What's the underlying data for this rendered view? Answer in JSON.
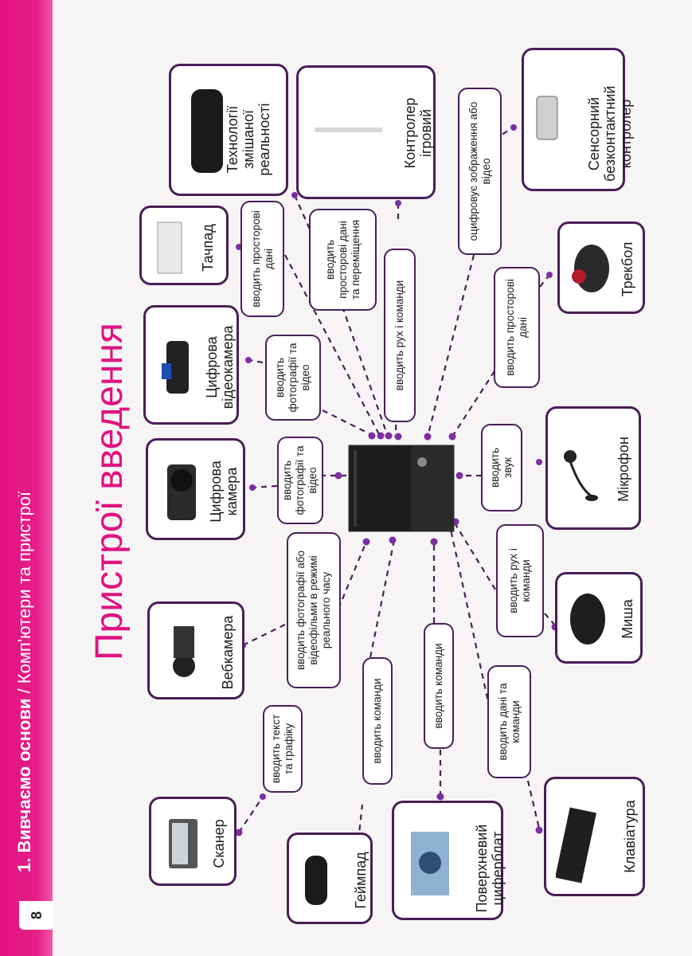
{
  "header": {
    "section_bold": "1. Вивчаємо основи",
    "section_rest": " / Комп'ютери та пристрої",
    "page_number": "8"
  },
  "title": "Пристрої введення",
  "devices": {
    "scanner": "Сканер",
    "webcam": "Вебкамера",
    "camera": "Цифрова камера",
    "videocamera": "Цифрова відеокамера",
    "touchpad": "Тачпад",
    "mixed_reality": "Технології змішаної реальності",
    "game_controller": "Контролер ігровий",
    "sensor": "Сенсорний безконтактний контролер",
    "trackball": "Трекбол",
    "microphone": "Мікрофон",
    "mouse": "Миша",
    "keyboard": "Клавіатура",
    "surface_dial": "Поверхневий циферблат",
    "gamepad": "Геймпад"
  },
  "actions": {
    "scanner": "вводить текст та графіку",
    "webcam": "вводить фотографії або відеофільми в режимі реального часу",
    "camera": "вводить фотографії та відео",
    "videocamera": "вводить фотографії та відео",
    "touchpad": "вводить просторові дані",
    "mixed_reality": "вводить просторові дані та переміщення",
    "game_controller": "вводить рух і команди",
    "sensor": "оцифровує зображення або відео",
    "trackball": "вводить просторові дані",
    "microphone": "вводить звук",
    "mouse": "вводить рух і команди",
    "keyboard": "вводить дані та команди",
    "surface_dial": "вводить команди",
    "gamepad": "вводить команди"
  },
  "colors": {
    "accent": "#e0127f",
    "border": "#4a1e57",
    "line": "#4a1e57",
    "dot": "#7b2fa0"
  }
}
